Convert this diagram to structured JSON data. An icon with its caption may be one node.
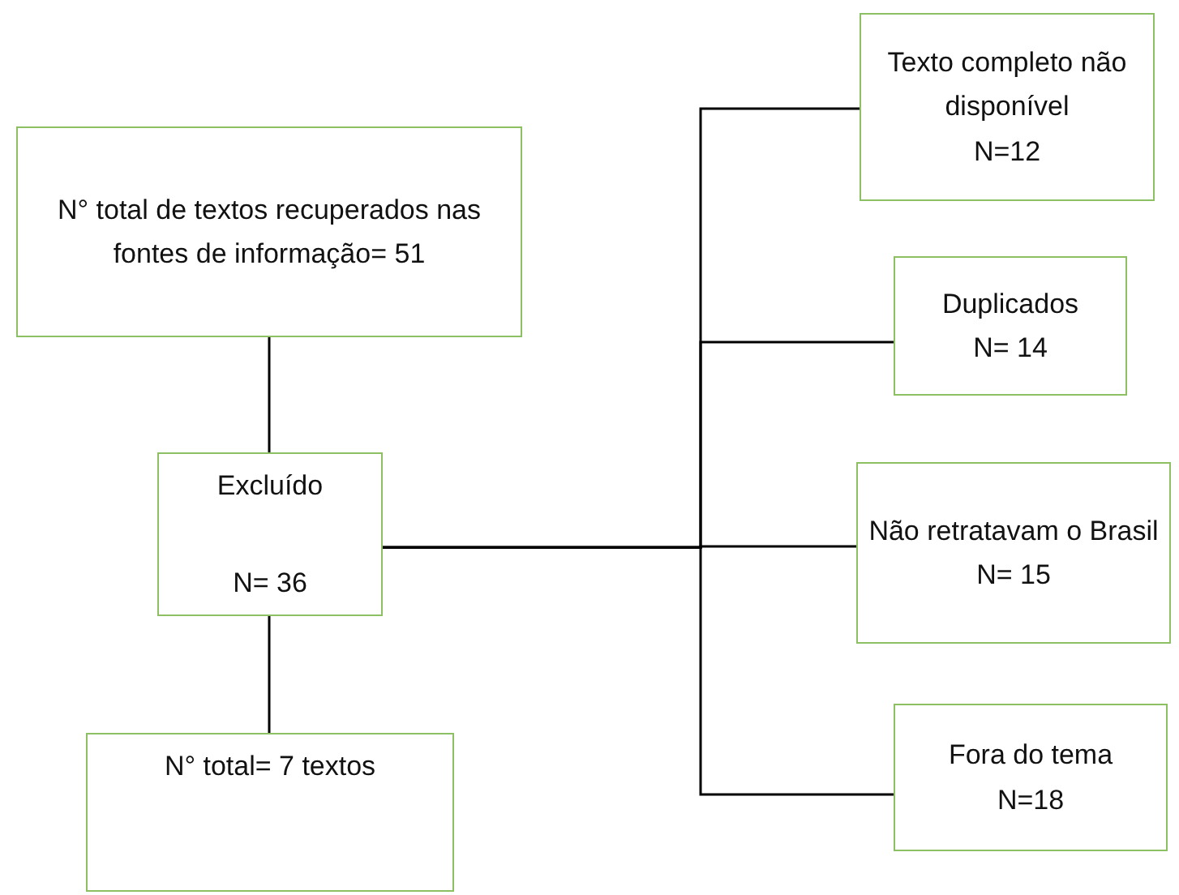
{
  "diagram": {
    "nodes": [
      {
        "text": [
          "N° total de textos recuperados nas fontes de informação= 51"
        ]
      },
      {
        "text": [
          "Excluído",
          "N= 36"
        ]
      },
      {
        "text": [
          "N° total= 7 textos"
        ]
      },
      {
        "text": [
          "Texto completo não disponível",
          "N=12"
        ]
      },
      {
        "text": [
          "Duplicados",
          "N= 14"
        ]
      },
      {
        "text": [
          "Não retratavam o Brasil",
          "N= 15"
        ]
      },
      {
        "text": [
          "Fora do tema",
          "N=18"
        ]
      }
    ],
    "edges": [
      {
        "from": 0,
        "to": 1,
        "arrow": "none"
      },
      {
        "from": 1,
        "to": 2,
        "arrow": "none"
      },
      {
        "from": 1,
        "to": 3,
        "arrow": "none"
      },
      {
        "from": 1,
        "to": 4,
        "arrow": "none"
      },
      {
        "from": 1,
        "to": 5,
        "arrow": "none"
      },
      {
        "from": 1,
        "to": 6,
        "arrow": "none"
      }
    ]
  }
}
